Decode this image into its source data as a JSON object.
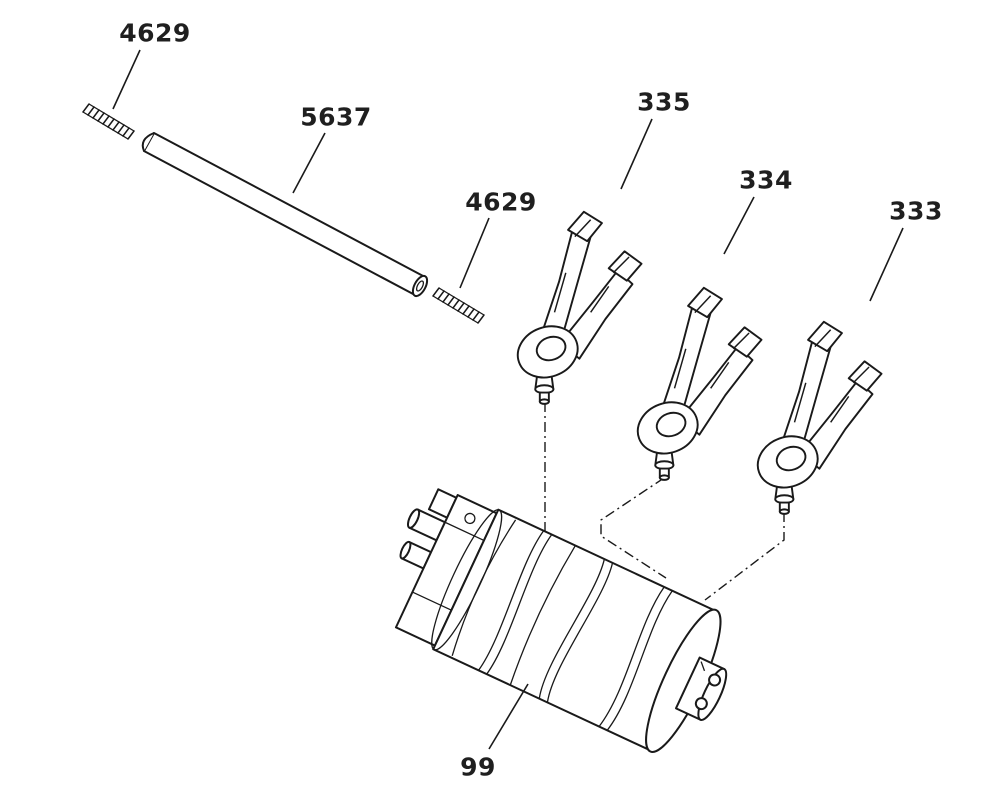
{
  "diagram": {
    "description": "Exploded parts diagram: gear shift forks, shift fork shaft, springs and shift drum"
  },
  "labels": [
    {
      "id": "4629-a",
      "text": "4629"
    },
    {
      "id": "5637",
      "text": "5637"
    },
    {
      "id": "4629-b",
      "text": "4629"
    },
    {
      "id": "335",
      "text": "335"
    },
    {
      "id": "334",
      "text": "334"
    },
    {
      "id": "333",
      "text": "333"
    },
    {
      "id": "99",
      "text": "99"
    }
  ],
  "colors": {
    "line": "#1a1a1a",
    "background": "#ffffff",
    "label_text": "#1f1f1f"
  }
}
